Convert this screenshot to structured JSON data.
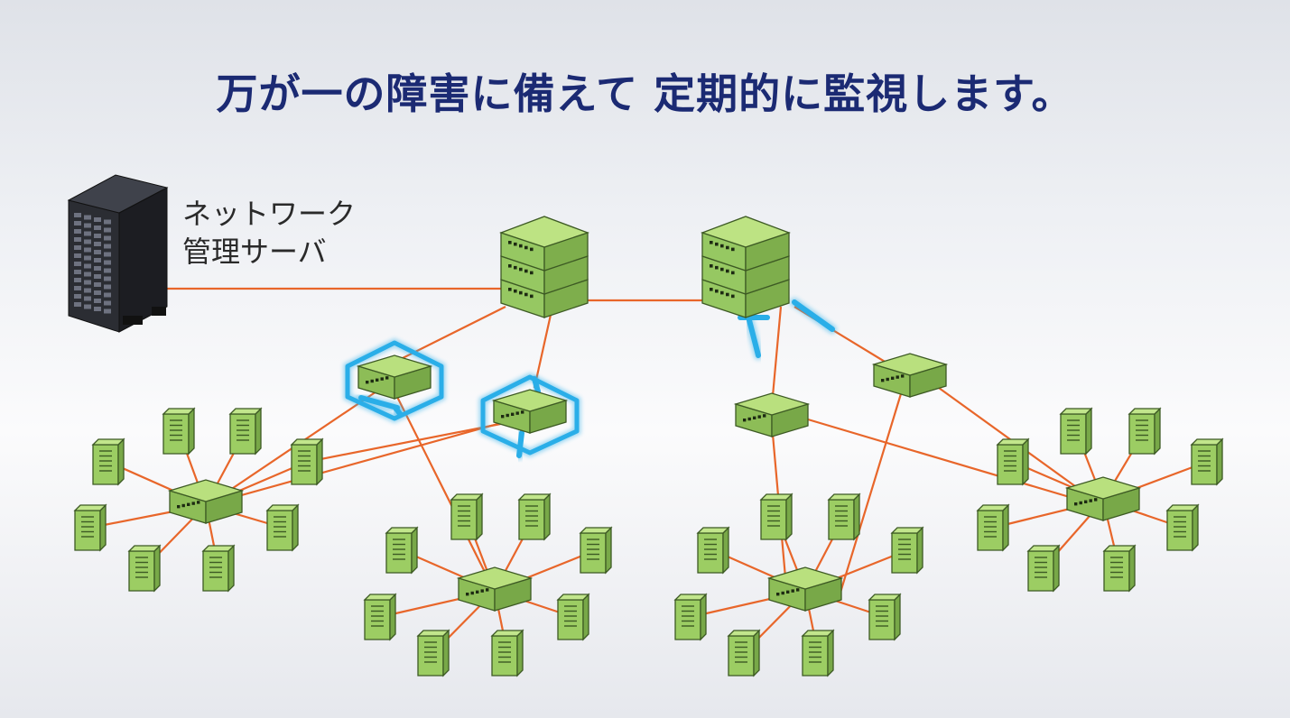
{
  "title": "万が一の障害に備えて 定期的に監視します。",
  "management_server": {
    "label_line1": "ネットワーク",
    "label_line2": "管理サーバ"
  },
  "colors": {
    "title": "#1b2a73",
    "link": "#e8662a",
    "device_green": "#a6d46a",
    "highlight": "#2aaee8",
    "server_dark": "#2b2d33"
  }
}
